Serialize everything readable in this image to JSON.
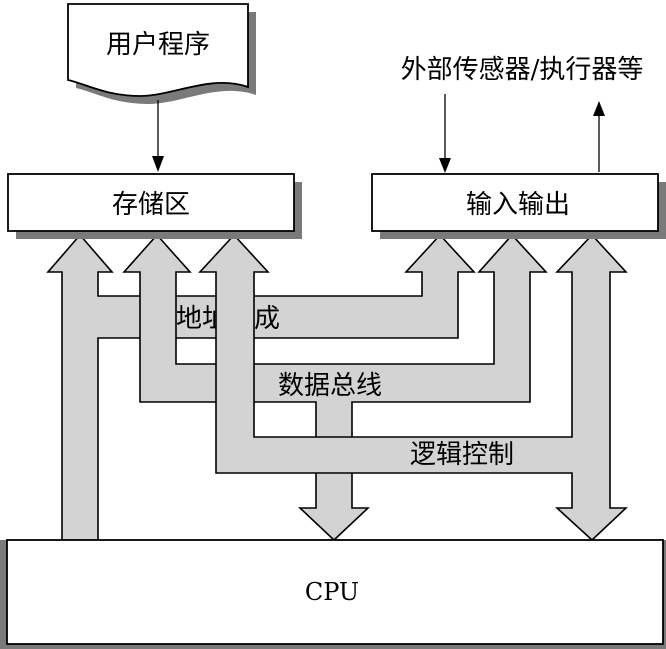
{
  "diagram": {
    "user_program": "用户程序",
    "storage": "存储区",
    "io": "输入输出",
    "external_devices": "外部传感器/执行器等",
    "address_bus": "地址总成",
    "data_bus": "数据总线",
    "control_bus": "逻辑控制",
    "cpu": "CPU"
  }
}
